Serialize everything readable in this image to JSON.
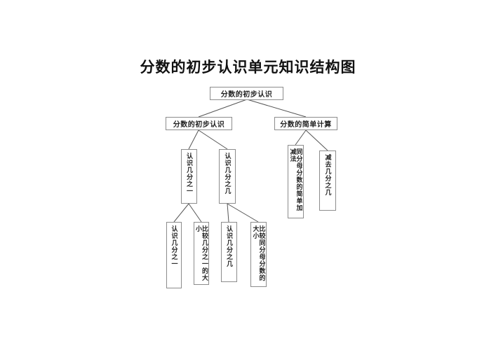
{
  "title": "分数的初步认识单元知识结构图",
  "nodes": {
    "root": "分数的初步认识",
    "level2_left": "分数的初步认识",
    "level2_right": "分数的简单计算",
    "l3_know_one": "认识几分之一",
    "l3_know_some": "认识几分之几",
    "l3_same_denominator_calc": "同分母分数的简单加减法",
    "l3_subtract_fraction": "减去几分之几",
    "l4_know_one": "认识几分之一",
    "l4_compare_one": "比较几分之一的大小",
    "l4_know_some": "认识几分之几",
    "l4_compare_same_denominator": "比较同分母分数的大小"
  }
}
